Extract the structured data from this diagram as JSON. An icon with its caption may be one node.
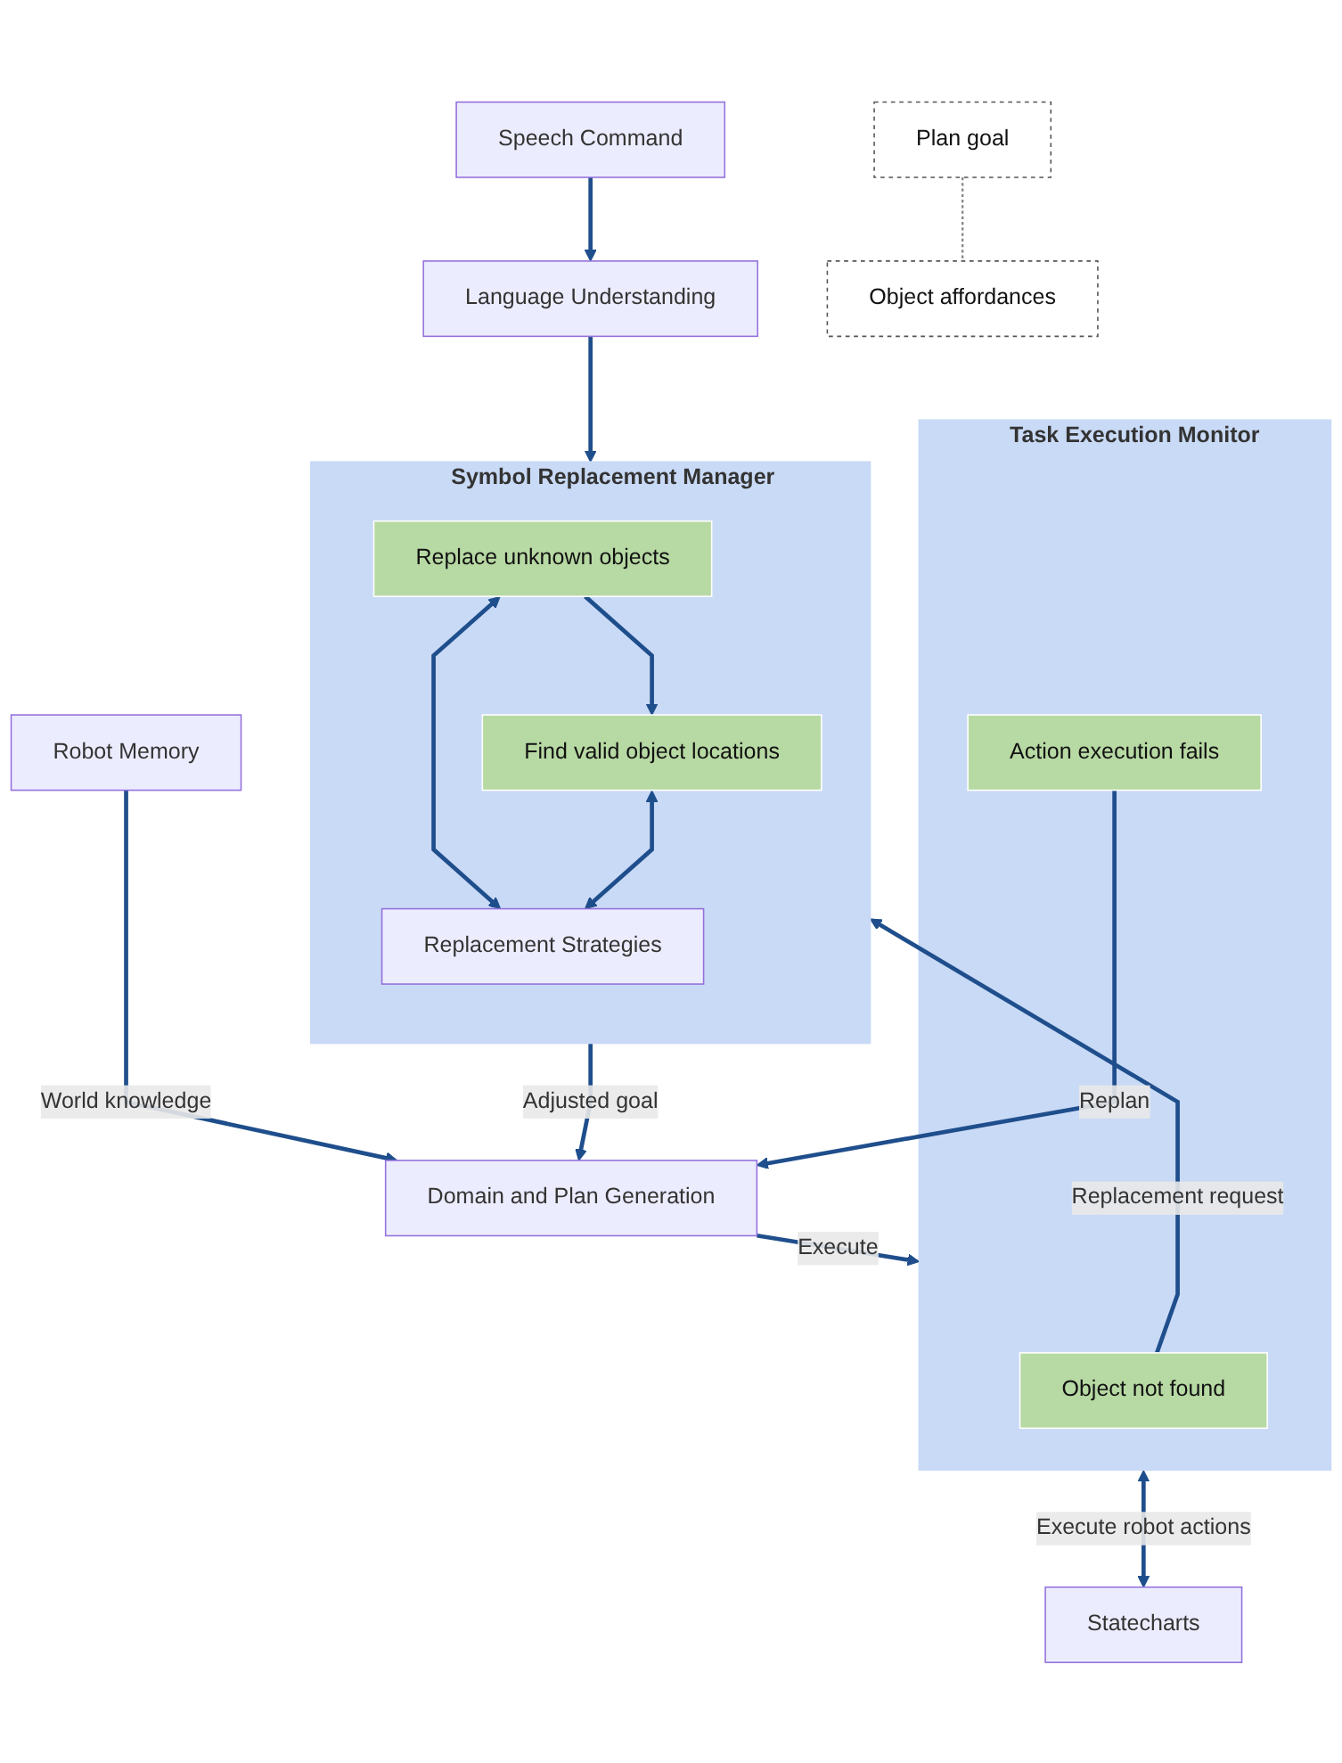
{
  "diagram": {
    "nodes": [
      {
        "text": [
          "Speech Command"
        ]
      },
      {
        "text": [
          "Language Understanding"
        ]
      },
      {
        "text": [
          "Plan goal"
        ]
      },
      {
        "text": [
          "Object affordances"
        ]
      },
      {
        "text": [
          "Symbol Replacement Manager"
        ]
      },
      {
        "text": [
          "Replace unknown objects"
        ],
        "in": 4
      },
      {
        "text": [
          "Find valid object locations"
        ],
        "in": 4
      },
      {
        "text": [
          "Replacement Strategies"
        ],
        "in": 4
      },
      {
        "text": [
          "Domain and Plan Generation"
        ]
      },
      {
        "text": [
          "Task Execution Monitor"
        ]
      },
      {
        "text": [
          "Object not found"
        ],
        "in": 9
      },
      {
        "text": [
          "Action execution fails"
        ],
        "in": 9
      },
      {
        "text": [
          "Robot Memory"
        ]
      },
      {
        "text": [
          "Statecharts"
        ]
      }
    ],
    "edges": [
      {
        "from": 0,
        "to": 1,
        "arrow": "to"
      },
      {
        "from": 1,
        "to": 4,
        "arrow": "to"
      },
      {
        "from": 2,
        "to": 3,
        "arrow": "none",
        "style": "dashed",
        "color": "#888888"
      },
      {
        "from": 5,
        "to": 6,
        "arrow": "to"
      },
      {
        "from": 5,
        "to": 7,
        "arrow": "both"
      },
      {
        "from": 6,
        "to": 7,
        "arrow": "both"
      },
      {
        "from": 4,
        "to": 8,
        "arrow": "to",
        "label": "Adjusted goal"
      },
      {
        "from": 10,
        "to": 4,
        "arrow": "to",
        "label": "Replacement request"
      },
      {
        "from": 8,
        "to": 9,
        "arrow": "to",
        "label": "Execute"
      },
      {
        "from": 11,
        "to": 8,
        "arrow": "to",
        "label": "Replan"
      },
      {
        "from": 12,
        "to": 8,
        "arrow": "to",
        "label": "World knowledge"
      },
      {
        "from": 9,
        "to": 13,
        "arrow": "both",
        "label": "Execute robot actions"
      }
    ]
  }
}
